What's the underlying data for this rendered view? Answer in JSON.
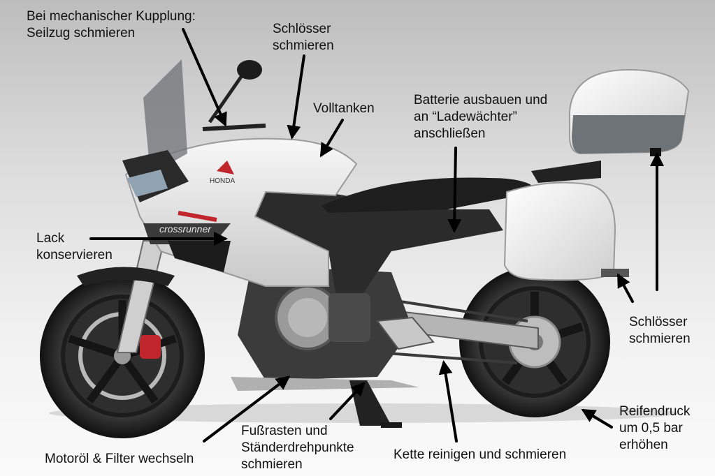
{
  "labels": {
    "clutch": "Bei mechanischer Kupplung:\nSeilzug schmieren",
    "locks_front": "Schlösser\nschmieren",
    "fuel": "Volltanken",
    "battery": "Batterie ausbauen und\nan “Ladewächter”\nanschließen",
    "paint": "Lack\nkonservieren",
    "locks_rear": "Schlösser\nschmieren",
    "tire": "Reifendruck\num 0,5 bar\nerhöhen",
    "oil": "Motoröl & Filter wechseln",
    "footrests": "Fußrasten und\nStänderdrehpunkte\nschmieren",
    "chain": "Kette reinigen und schmieren"
  },
  "bike_branding": {
    "maker": "HONDA",
    "model": "crossrunner"
  },
  "colors": {
    "body_white": "#e9e9e9",
    "frame_dark": "#2b2b2b",
    "accent_red": "#c0262b",
    "arrow": "#000000"
  }
}
